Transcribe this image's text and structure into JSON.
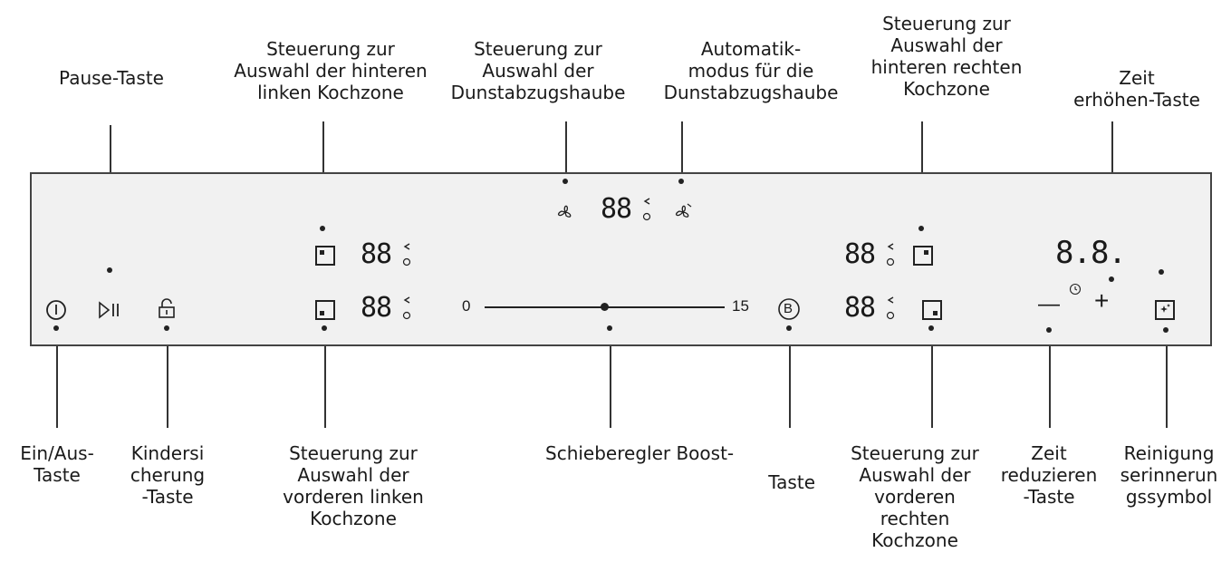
{
  "labels_top": {
    "pause": [
      "Pause-Taste"
    ],
    "rear_left": [
      "Steuerung zur",
      "Auswahl der hinteren",
      "linken Kochzone"
    ],
    "hood": [
      "Steuerung zur",
      "Auswahl der",
      "Dunstabzugshaube"
    ],
    "auto": [
      "Automatik-",
      "modus für die",
      "Dunstabzugshaube"
    ],
    "rear_right": [
      "Steuerung zur",
      "Auswahl der",
      "hinteren rechten",
      "Kochzone"
    ],
    "time_up": [
      "Zeit",
      "erhöhen-Taste"
    ]
  },
  "labels_bottom": {
    "on_off": [
      "Ein/Aus-",
      "Taste"
    ],
    "child_lock": [
      "Kindersi",
      "cherung",
      "-Taste"
    ],
    "front_left": [
      "Steuerung zur",
      "Auswahl der",
      "vorderen linken",
      "Kochzone"
    ],
    "slider": [
      "Schieberegler Boost-"
    ],
    "boost": [
      "Taste"
    ],
    "front_right": [
      "Steuerung zur",
      "Auswahl der",
      "vorderen",
      "rechten",
      "Kochzone"
    ],
    "time_down": [
      "Zeit",
      "reduzieren",
      "-Taste"
    ],
    "clean": [
      "Reinigung",
      "serinnerun",
      "gssymbol"
    ]
  },
  "panel": {
    "display_digits": "88",
    "timer_display": "8.8.",
    "slider_min": "0",
    "slider_max": "15",
    "boost_letter": "B",
    "minus": "—",
    "plus": "+"
  }
}
